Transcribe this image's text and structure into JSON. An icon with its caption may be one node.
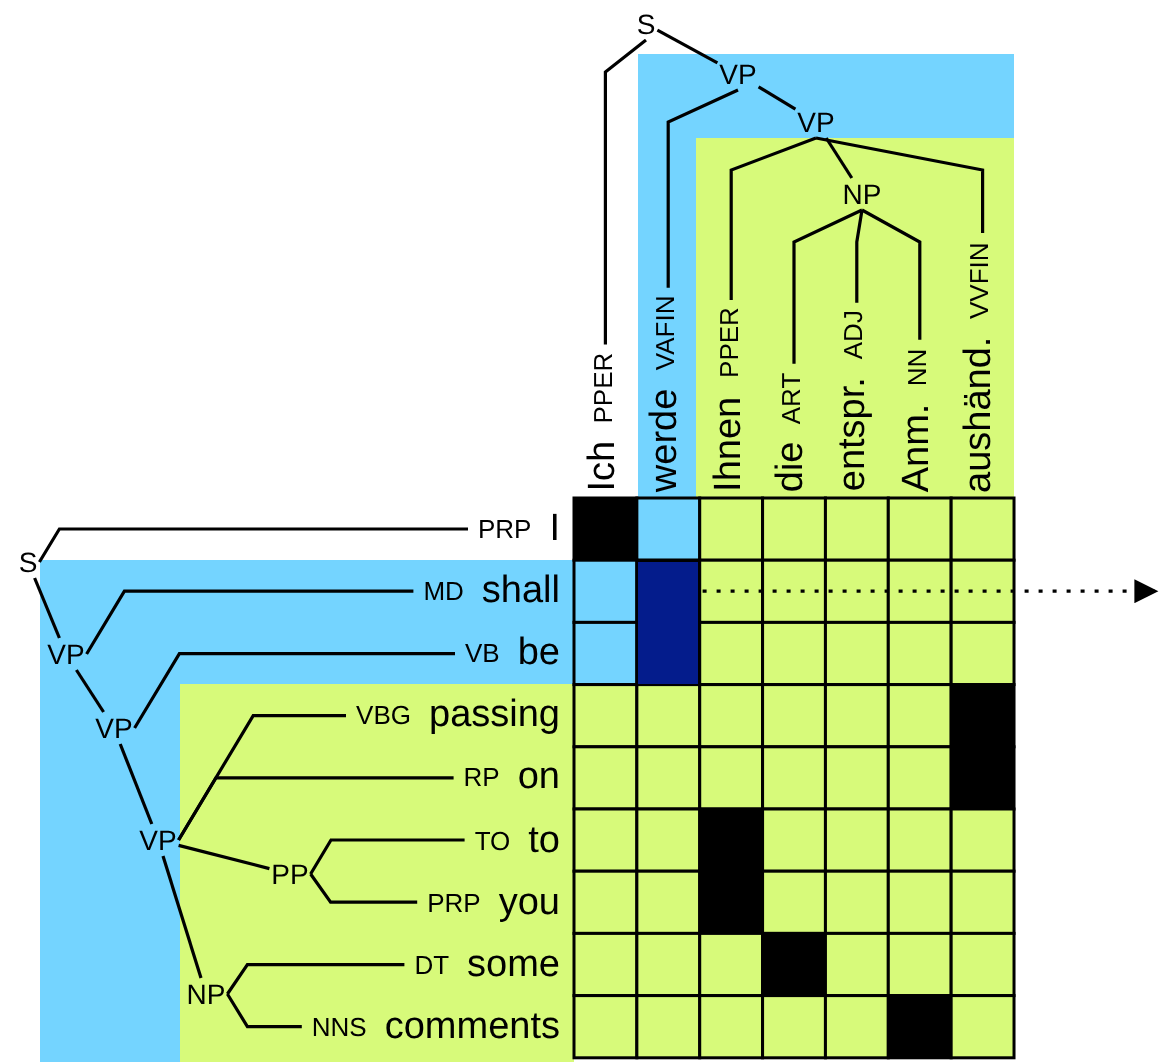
{
  "diagram": {
    "nodes": [
      {
        "text": [
          "S"
        ]
      },
      {
        "text": [
          "VP"
        ]
      },
      {
        "text": [
          "VP"
        ]
      },
      {
        "text": [
          "NP"
        ]
      },
      {
        "text": [
          "PPER",
          "Ich"
        ]
      },
      {
        "text": [
          "VAFIN",
          "werde"
        ]
      },
      {
        "text": [
          "PPER",
          "Ihnen"
        ]
      },
      {
        "text": [
          "ART",
          "die"
        ]
      },
      {
        "text": [
          "ADJ",
          "entspr."
        ]
      },
      {
        "text": [
          "NN",
          "Anm."
        ]
      },
      {
        "text": [
          "VVFIN",
          "aushänd."
        ]
      },
      {
        "text": [
          "S"
        ]
      },
      {
        "text": [
          "VP"
        ]
      },
      {
        "text": [
          "VP"
        ]
      },
      {
        "text": [
          "VP"
        ]
      },
      {
        "text": [
          "PP"
        ]
      },
      {
        "text": [
          "NP"
        ]
      },
      {
        "text": [
          "PRP",
          "I"
        ]
      },
      {
        "text": [
          "MD",
          "shall"
        ]
      },
      {
        "text": [
          "VB",
          "be"
        ]
      },
      {
        "text": [
          "VBG",
          "passing"
        ]
      },
      {
        "text": [
          "RP",
          "on"
        ]
      },
      {
        "text": [
          "TO",
          "to"
        ]
      },
      {
        "text": [
          "PRP",
          "you"
        ]
      },
      {
        "text": [
          "DT",
          "some"
        ]
      },
      {
        "text": [
          "NNS",
          "comments"
        ]
      },
      {
        "text": [],
        "shape": "box"
      }
    ],
    "edges": [
      {
        "from": 0,
        "to": 4,
        "arrow": "none"
      },
      {
        "from": 0,
        "to": 1,
        "arrow": "none"
      },
      {
        "from": 1,
        "to": 5,
        "arrow": "none"
      },
      {
        "from": 1,
        "to": 2,
        "arrow": "none"
      },
      {
        "from": 2,
        "to": 6,
        "arrow": "none"
      },
      {
        "from": 2,
        "to": 3,
        "arrow": "none"
      },
      {
        "from": 2,
        "to": 10,
        "arrow": "none"
      },
      {
        "from": 3,
        "to": 7,
        "arrow": "none"
      },
      {
        "from": 3,
        "to": 8,
        "arrow": "none"
      },
      {
        "from": 3,
        "to": 9,
        "arrow": "none"
      },
      {
        "from": 11,
        "to": 17,
        "arrow": "none"
      },
      {
        "from": 11,
        "to": 12,
        "arrow": "none"
      },
      {
        "from": 12,
        "to": 18,
        "arrow": "none"
      },
      {
        "from": 12,
        "to": 13,
        "arrow": "none"
      },
      {
        "from": 13,
        "to": 19,
        "arrow": "none"
      },
      {
        "from": 13,
        "to": 14,
        "arrow": "none"
      },
      {
        "from": 14,
        "to": 20,
        "arrow": "none"
      },
      {
        "from": 14,
        "to": 21,
        "arrow": "none"
      },
      {
        "from": 14,
        "to": 15,
        "arrow": "none"
      },
      {
        "from": 14,
        "to": 16,
        "arrow": "none"
      },
      {
        "from": 15,
        "to": 22,
        "arrow": "none"
      },
      {
        "from": 15,
        "to": 23,
        "arrow": "none"
      },
      {
        "from": 16,
        "to": 24,
        "arrow": "none"
      },
      {
        "from": 16,
        "to": 25,
        "arrow": "none"
      },
      {
        "from": 26,
        "to": null,
        "arrow": "to",
        "style": "dashed"
      }
    ]
  }
}
